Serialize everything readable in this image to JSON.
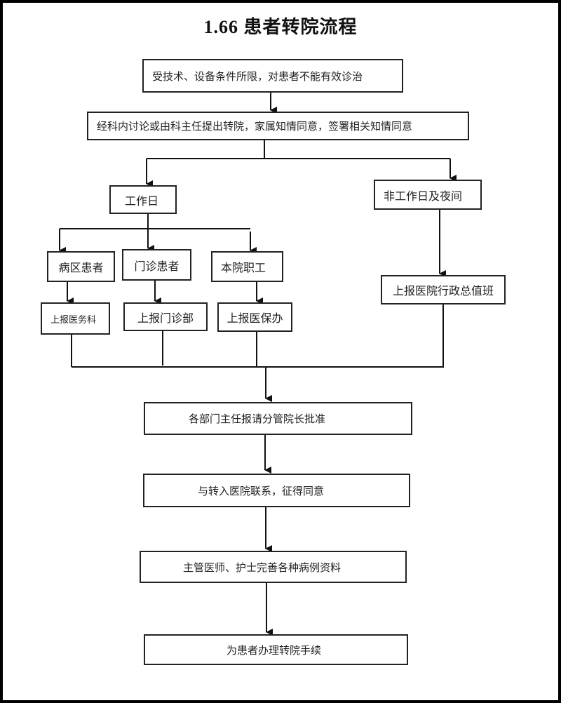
{
  "title": "1.66 患者转院流程",
  "nodes": {
    "n1": "受技术、设备条件所限，对患者不能有效诊治",
    "n2": "经科内讨论或由科主任提出转院，家属知情同意，签署相关知情同意",
    "workday": "工作日",
    "nonworkday": "非工作日及夜间",
    "ward": "病区患者",
    "outpatient": "门诊患者",
    "staff": "本院职工",
    "report_medical": "上报医务科",
    "report_outpatient": "上报门诊部",
    "report_insurance": "上报医保办",
    "report_admin": "上报医院行政总值班",
    "approve": "各部门主任报请分管院长批准",
    "contact": "与转入医院联系，征得同意",
    "records": "主管医师、护士完善各种病例资料",
    "procedure": "为患者办理转院手续"
  },
  "colors": {
    "line": "#111111",
    "border": "#222222",
    "frame": "#000000",
    "background": "#ffffff"
  }
}
